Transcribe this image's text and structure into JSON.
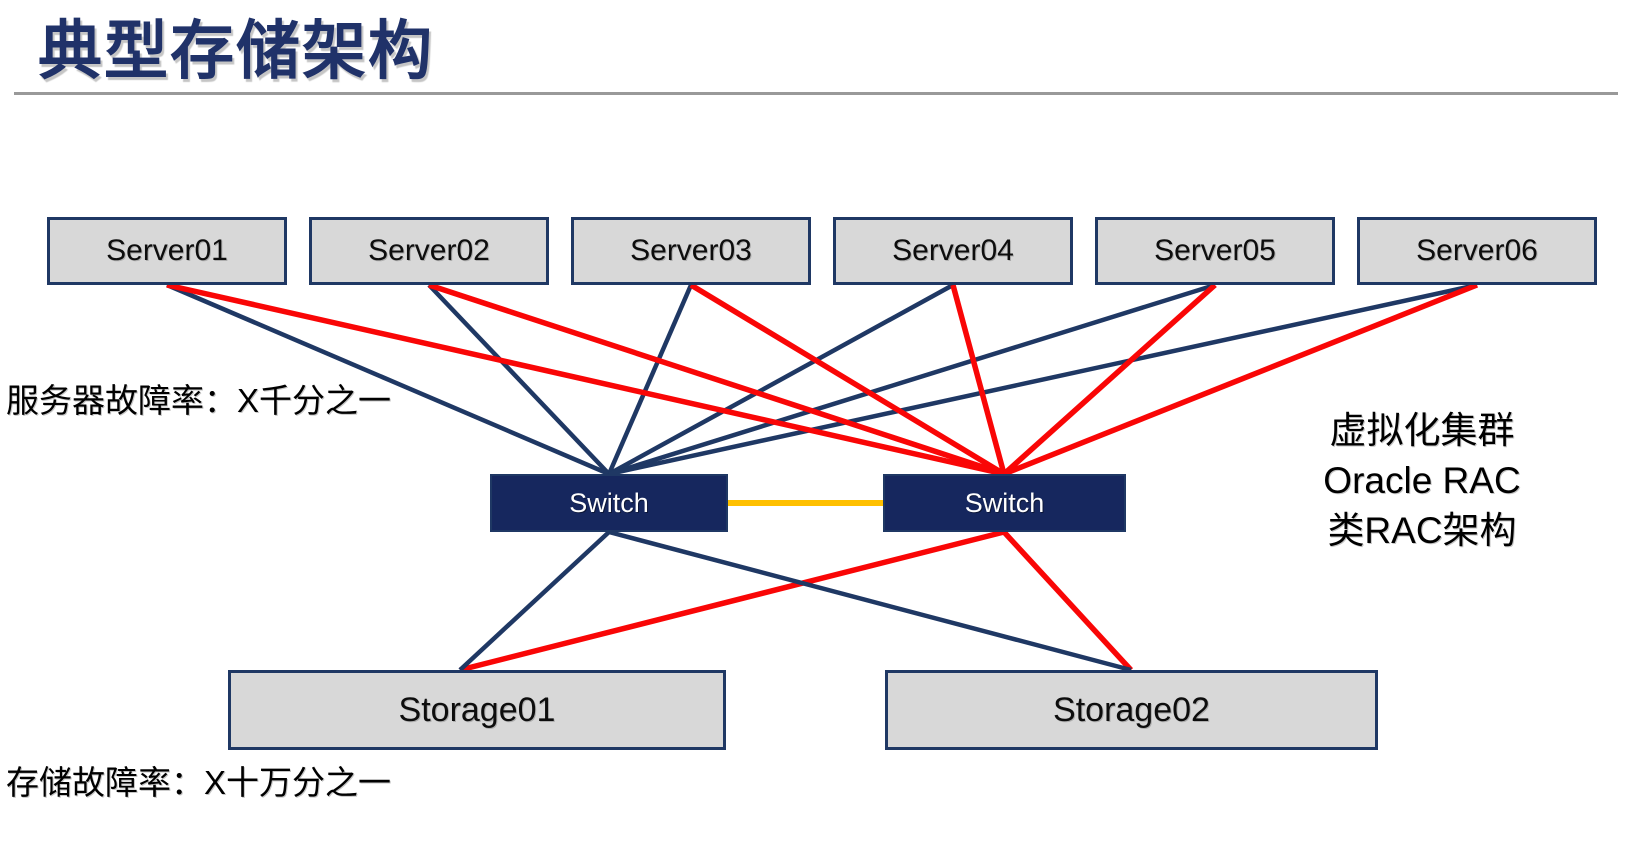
{
  "title": "典型存储架构",
  "annotations": {
    "server_failure_rate": "服务器故障率：X千分之一",
    "storage_failure_rate": "存储故障率：X十万分之一",
    "cluster_note_lines": [
      "虚拟化集群",
      "Oracle RAC",
      "类RAC架构"
    ]
  },
  "nodes": {
    "servers": [
      {
        "id": "server01",
        "label": "Server01"
      },
      {
        "id": "server02",
        "label": "Server02"
      },
      {
        "id": "server03",
        "label": "Server03"
      },
      {
        "id": "server04",
        "label": "Server04"
      },
      {
        "id": "server05",
        "label": "Server05"
      },
      {
        "id": "server06",
        "label": "Server06"
      }
    ],
    "switches": [
      {
        "id": "switch1",
        "label": "Switch"
      },
      {
        "id": "switch2",
        "label": "Switch"
      }
    ],
    "storages": [
      {
        "id": "storage01",
        "label": "Storage01"
      },
      {
        "id": "storage02",
        "label": "Storage02"
      }
    ]
  },
  "connections": [
    {
      "from": "server01",
      "to": "switch1",
      "color": "navy"
    },
    {
      "from": "server02",
      "to": "switch1",
      "color": "navy"
    },
    {
      "from": "server03",
      "to": "switch1",
      "color": "navy"
    },
    {
      "from": "server04",
      "to": "switch1",
      "color": "navy"
    },
    {
      "from": "server05",
      "to": "switch1",
      "color": "navy"
    },
    {
      "from": "server06",
      "to": "switch1",
      "color": "navy"
    },
    {
      "from": "server01",
      "to": "switch2",
      "color": "red"
    },
    {
      "from": "server02",
      "to": "switch2",
      "color": "red"
    },
    {
      "from": "server03",
      "to": "switch2",
      "color": "red"
    },
    {
      "from": "server04",
      "to": "switch2",
      "color": "red"
    },
    {
      "from": "server05",
      "to": "switch2",
      "color": "red"
    },
    {
      "from": "server06",
      "to": "switch2",
      "color": "red"
    },
    {
      "from": "switch2",
      "to": "storage01",
      "color": "red"
    },
    {
      "from": "switch2",
      "to": "storage02",
      "color": "red"
    },
    {
      "from": "switch1",
      "to": "storage01",
      "color": "navy"
    },
    {
      "from": "switch1",
      "to": "storage02",
      "color": "navy"
    },
    {
      "from": "switch1",
      "to": "switch2",
      "color": "yellow"
    }
  ],
  "colors": {
    "navy": "#1f3864",
    "red": "#f90606",
    "yellow": "#ffc000",
    "box_fill": "#d8d8d8",
    "switch_fill": "#16275e",
    "title_navy": "#203269",
    "rule_gray": "#999999"
  }
}
